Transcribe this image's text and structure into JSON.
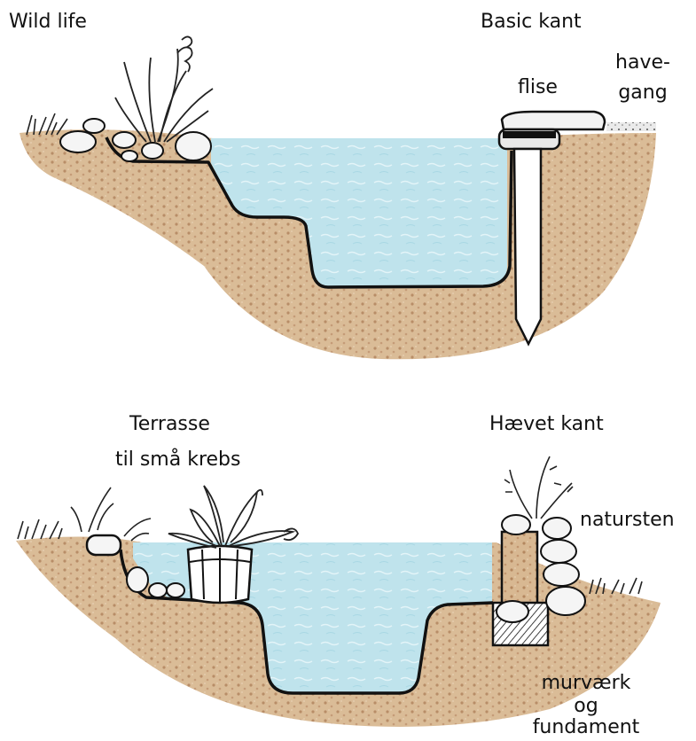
{
  "top_diagram": {
    "labels": {
      "wild_life": "Wild life",
      "basic_kant": "Basic kant",
      "flise": "flise",
      "havegang_line1": "have-",
      "havegang_line2": "gang"
    }
  },
  "bottom_diagram": {
    "labels": {
      "terrasse_line1": "Terrasse",
      "terrasse_line2": "til små krebs",
      "haevet_kant": "Hævet kant",
      "natursten": "natursten",
      "murvaerk_line1": "murværk",
      "murvaerk_line2": "og",
      "murvaerk_line3": "fundament"
    }
  },
  "colors": {
    "soil": "#c9a47c",
    "soil_dark": "#a87b55",
    "water": "#bfe3ec",
    "water_light": "#dff2f6",
    "outline": "#111111",
    "plant": "#222222",
    "stone": "#f2f2f2"
  }
}
